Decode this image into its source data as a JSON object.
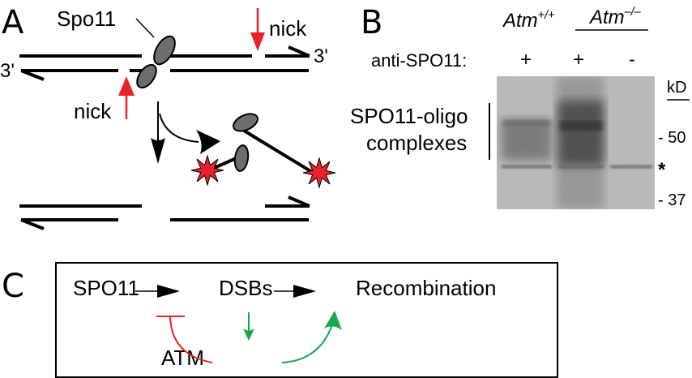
{
  "panels": {
    "A": {
      "letter": "A",
      "spo11_label": "Spo11",
      "nick_top_label": "nick",
      "nick_bottom_label": "nick",
      "three_prime_right": "3'",
      "three_prime_left": "3'",
      "colors": {
        "dna": "#000000",
        "protein": "#6d6d6d",
        "nick_arrow": "#e8212a",
        "star": "#e8212a"
      }
    },
    "B": {
      "letter": "B",
      "genotype_wt": {
        "base": "Atm",
        "sup": "+/+"
      },
      "genotype_ko": {
        "base": "Atm",
        "sup": "–/–"
      },
      "antibody_label": "anti-SPO11:",
      "lanes": [
        {
          "genotype": "Atm+/+",
          "antibody": "+"
        },
        {
          "genotype": "Atm-/-",
          "antibody": "+"
        },
        {
          "genotype": "Atm-/-",
          "antibody": "-"
        }
      ],
      "complex_label_line1": "SPO11-oligo",
      "complex_label_line2": "complexes",
      "unit_label": "kD",
      "markers": [
        {
          "label": "- 50"
        },
        {
          "label": "*"
        },
        {
          "label": "- 37"
        }
      ]
    },
    "C": {
      "letter": "C",
      "nodes": {
        "spo11": "SPO11",
        "dsbs": "DSBs",
        "recombination": "Recombination",
        "atm": "ATM"
      },
      "colors": {
        "inhibit": "#e8212a",
        "activate": "#1aa74a",
        "flow": "#000000"
      }
    }
  }
}
